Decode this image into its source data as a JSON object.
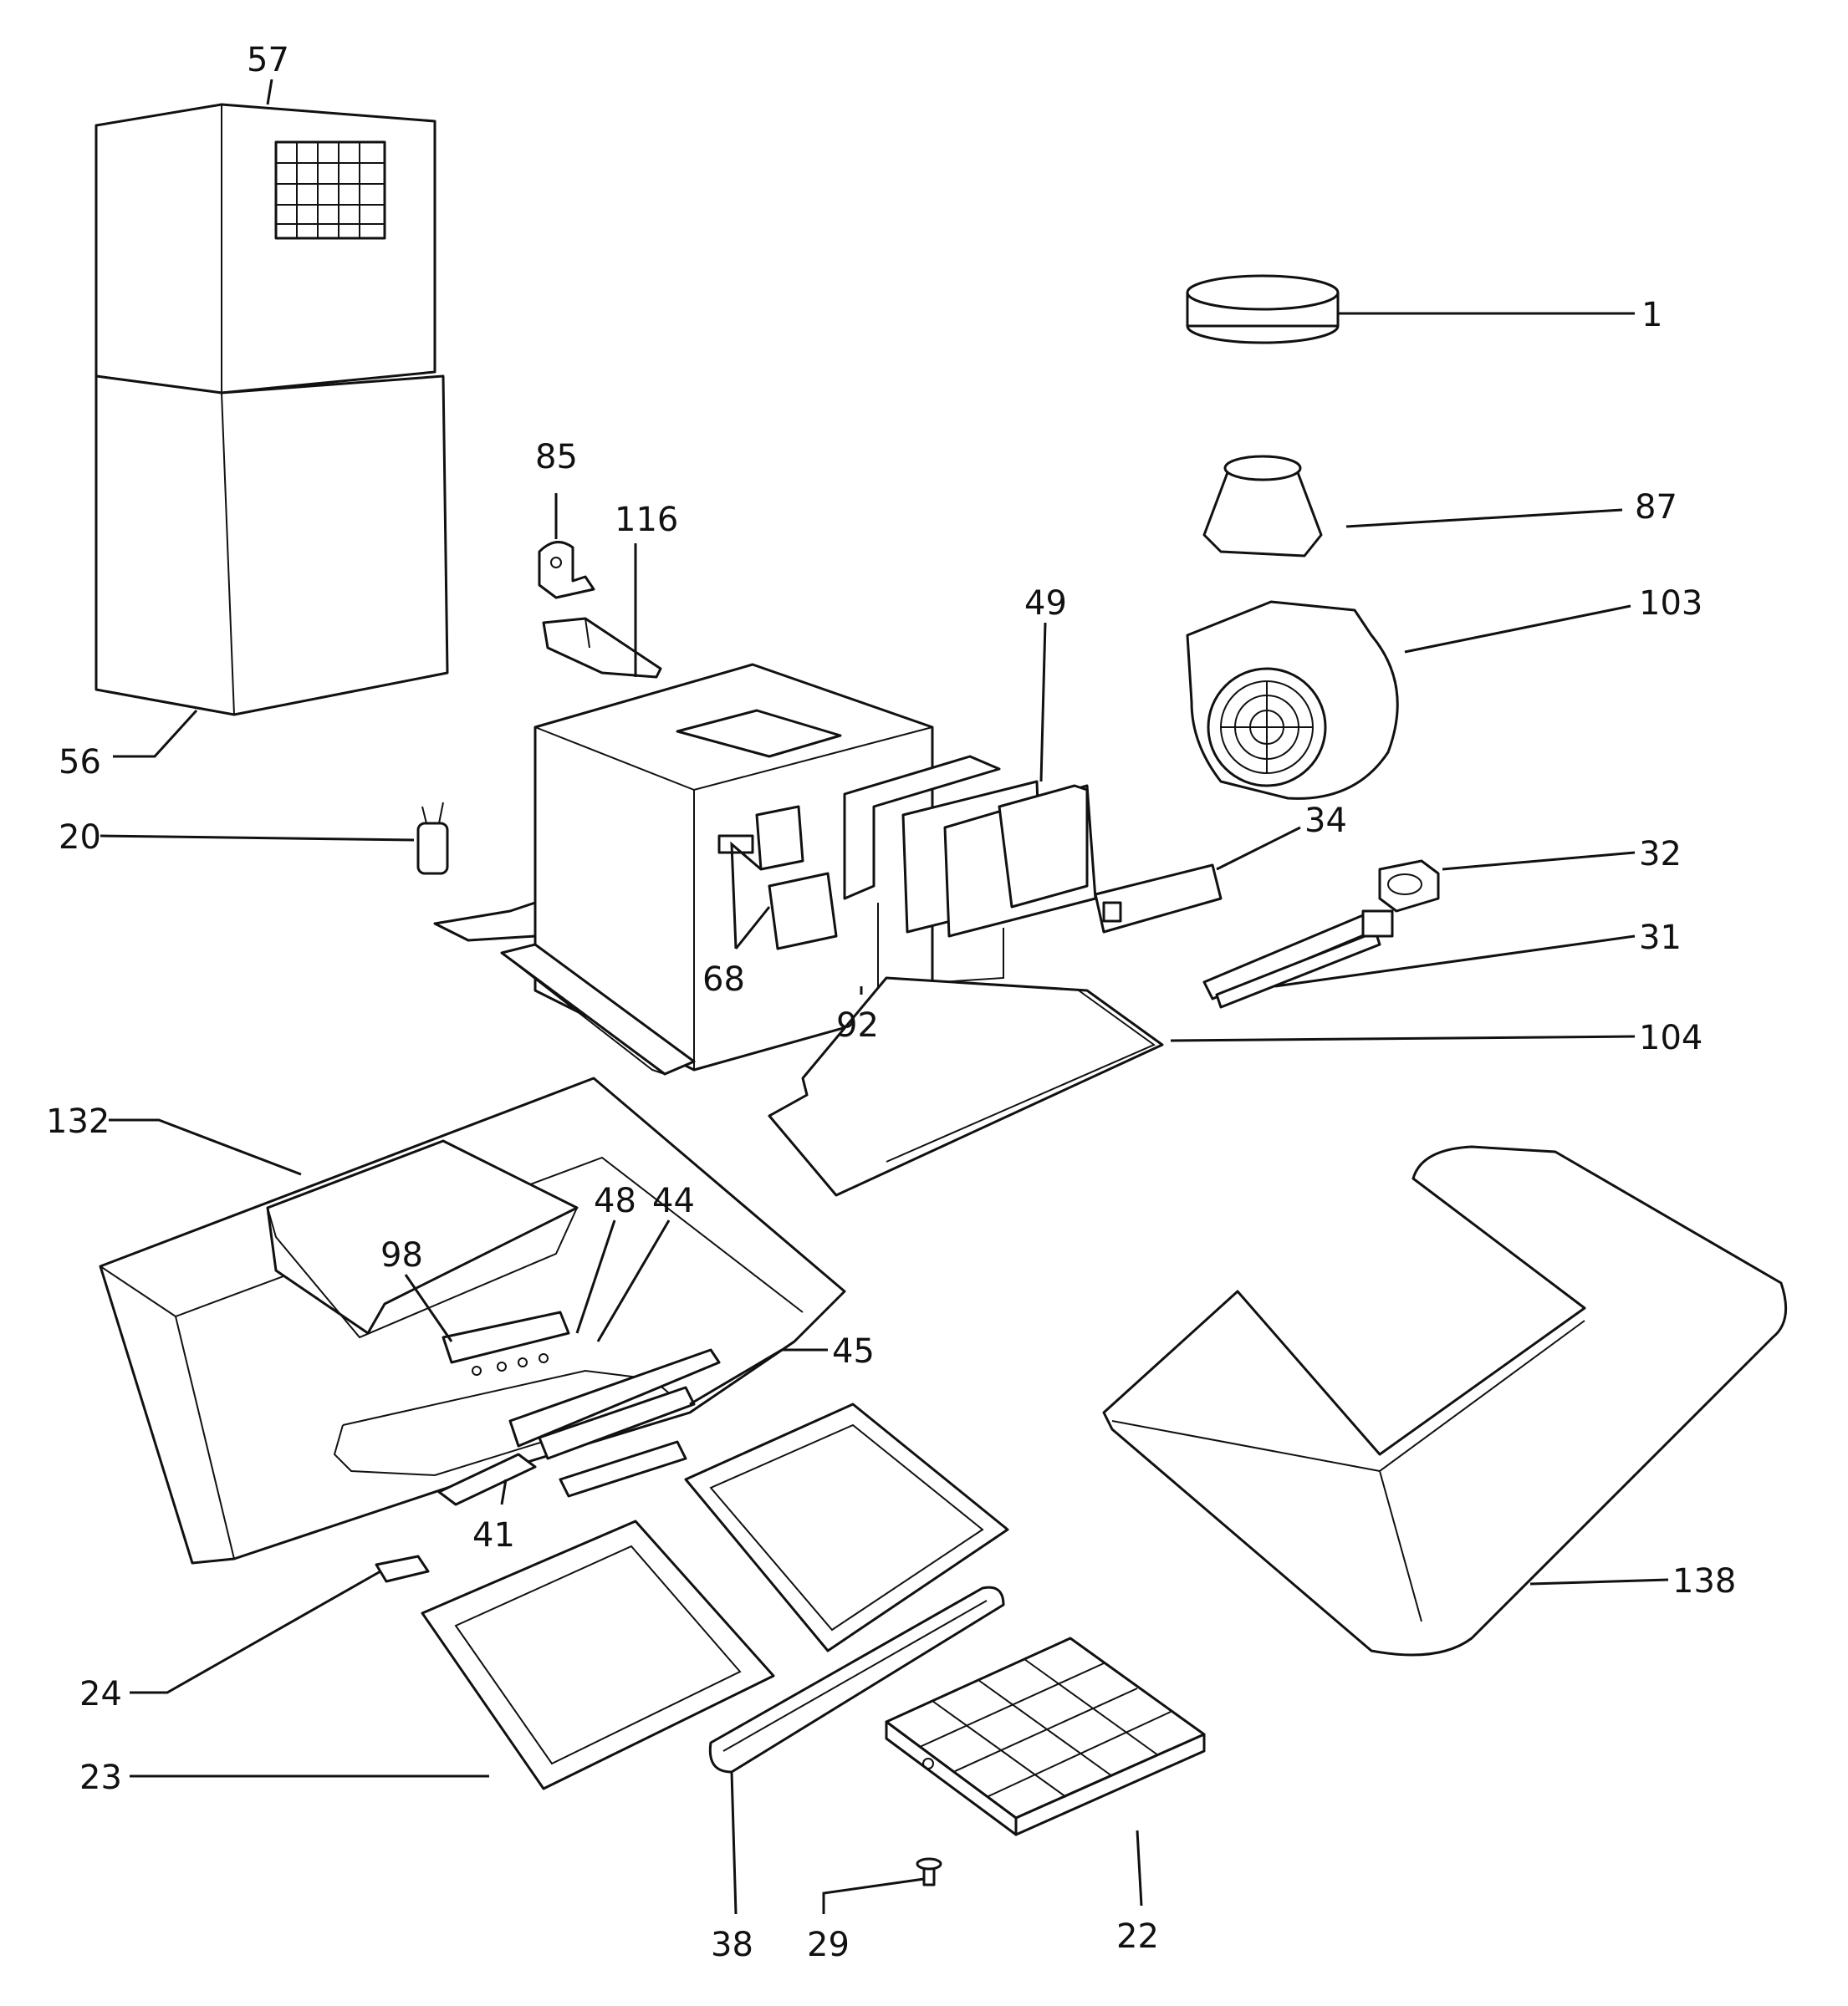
{
  "diagram": {
    "part_labels": {
      "p57": "57",
      "p56": "56",
      "p1": "1",
      "p85": "85",
      "p116": "116",
      "p87": "87",
      "p49": "49",
      "p103": "103",
      "p20": "20",
      "p34": "34",
      "p32": "32",
      "p68": "68",
      "p31": "31",
      "p92": "92",
      "p104": "104",
      "p132": "132",
      "p48": "48",
      "p44": "44",
      "p98": "98",
      "p45": "45",
      "p41": "41",
      "p138": "138",
      "p24": "24",
      "p23": "23",
      "p38": "38",
      "p29": "29",
      "p22": "22"
    }
  }
}
